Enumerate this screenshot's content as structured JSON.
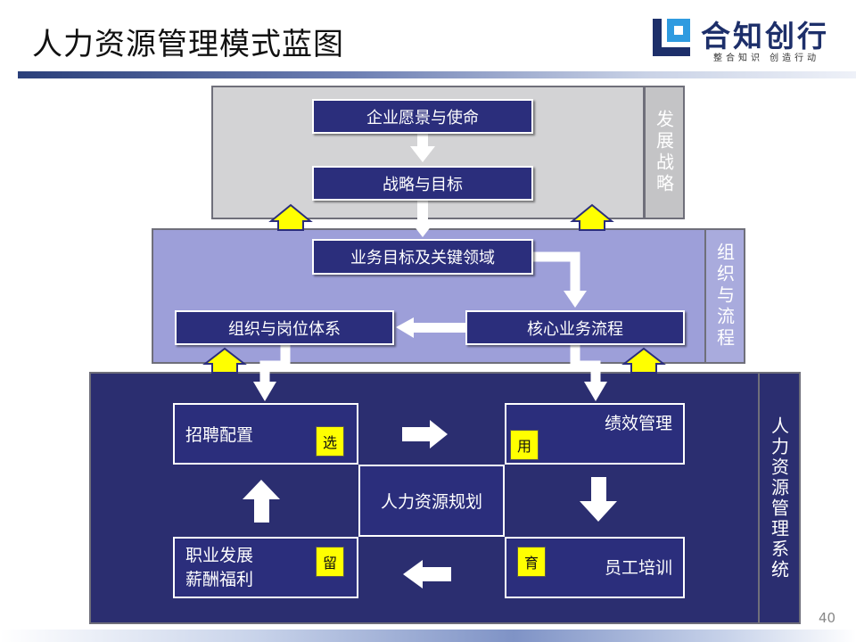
{
  "header": {
    "title": "人力资源管理模式蓝图",
    "logo_name": "合知创行",
    "logo_slogan": "整合知识 创造行动"
  },
  "bands": {
    "strategy_label": "发展战略",
    "org_label": "组织与流程",
    "hr_label": "人力资源管理系统"
  },
  "boxes": {
    "vision": "企业愿景与使命",
    "strategy": "战略与目标",
    "business_goals": "业务目标及关键领域",
    "org_system": "组织与岗位体系",
    "core_process": "核心业务流程"
  },
  "hr": {
    "recruit": "招聘配置",
    "recruit_tag": "选",
    "performance": "绩效管理",
    "performance_tag": "用",
    "career_line1": "职业发展",
    "career_line2": "薪酬福利",
    "career_tag": "留",
    "training": "员工培训",
    "training_tag": "育",
    "planning": "人力资源规划"
  },
  "footer": {
    "page_number": "40"
  },
  "colors": {
    "dark_navy": "#2b2e70",
    "box_navy": "#2b2e7c",
    "lavender": "#9d9fd9",
    "light_gray": "#d3d3d5",
    "yellow": "#ffff00",
    "logo_blue": "#1d2f6a"
  }
}
